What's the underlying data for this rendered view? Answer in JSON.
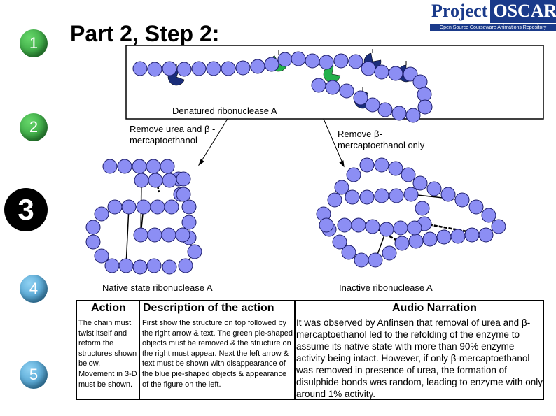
{
  "title": "Part 2, Step 2:",
  "logo": {
    "word1": "Project",
    "word2": "OSCAR",
    "tagline": "Open Source Courseware Animations Repository"
  },
  "steps": [
    "1",
    "2",
    "3",
    "4",
    "5"
  ],
  "labels": {
    "denatured": "Denatured ribonuclease A",
    "remove_urea": "Remove urea and β -mercaptoethanol",
    "remove_bme": "Remove β-mercaptoethanol only",
    "native": "Native state ribonuclease A",
    "inactive": "Inactive ribonuclease A"
  },
  "table": {
    "headers": {
      "action": "Action",
      "description": "Description of the action",
      "narration": "Audio Narration"
    },
    "action": "The chain must twist itself and reform the structures shown below. Movement in 3-D must be shown.",
    "description": "First show the structure on top followed by the right arrow & text. The green pie-shaped objects must be removed & the structure on the right must appear. Next the left arrow & text must be shown with disappearance of the blue pie-shaped objects & appearance of the figure on the left.",
    "narration": "It was observed by Anfinsen that removal of urea and β-mercaptoethanol led to the refolding of the enzyme to assume its native state with more than 90% enzyme activity being intact. However, if only β-mercaptoethanol was removed in presence of urea, the formation of disulphide bonds was random, leading to enzyme with only around 1% activity."
  },
  "colors": {
    "bead": "#8c8ef4",
    "bead_stroke": "#1c1c6a",
    "pie_blue": "#1a2d7a",
    "pie_green": "#22b04b",
    "logo_blue": "#1a3a8a"
  }
}
